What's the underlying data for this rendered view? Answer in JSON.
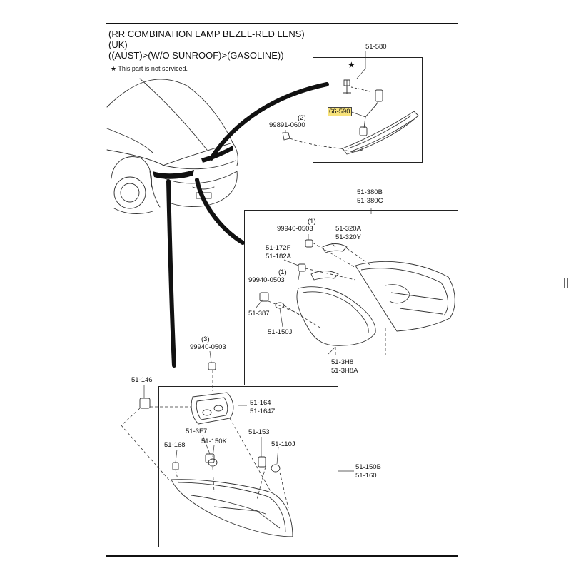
{
  "title": {
    "line1": "(RR COMBINATION LAMP BEZEL-RED LENS)",
    "line2": "(UK)",
    "line3": "((AUST)>(W/O SUNROOF)>(GASOLINE))"
  },
  "note": {
    "star": "★",
    "text": "This part is not serviced."
  },
  "callouts": {
    "c51_580": "51-580",
    "c66_590": "66-590",
    "c99891_qty": "(2)",
    "c99891": "99891-0600",
    "star_mark": "★",
    "c51_380B": "51-380B",
    "c51_380C": "51-380C",
    "c99940_qty1": "(1)",
    "c99940_a": "99940-0503",
    "c51_320A": "51-320A",
    "c51_320Y": "51-320Y",
    "c51_172F": "51-172F",
    "c51_182A": "51-182A",
    "c99940_qty2": "(1)",
    "c99940_b": "99940-0503",
    "c51_387": "51-387",
    "c51_150J": "51-150J",
    "c51_3H8": "51-3H8",
    "c51_3H8A": "51-3H8A",
    "c99940_qty3": "(3)",
    "c99940_c": "99940-0503",
    "c51_146": "51-146",
    "c51_164": "51-164",
    "c51_164Z": "51-164Z",
    "c51_3F7": "51-3F7",
    "c51_150K": "51-150K",
    "c51_168": "51-168",
    "c51_153": "51-153",
    "c51_110J": "51-110J",
    "c51_150B": "51-150B",
    "c51_160": "51-160"
  },
  "colors": {
    "line": "#111111",
    "highlight": "#f7e27a"
  }
}
